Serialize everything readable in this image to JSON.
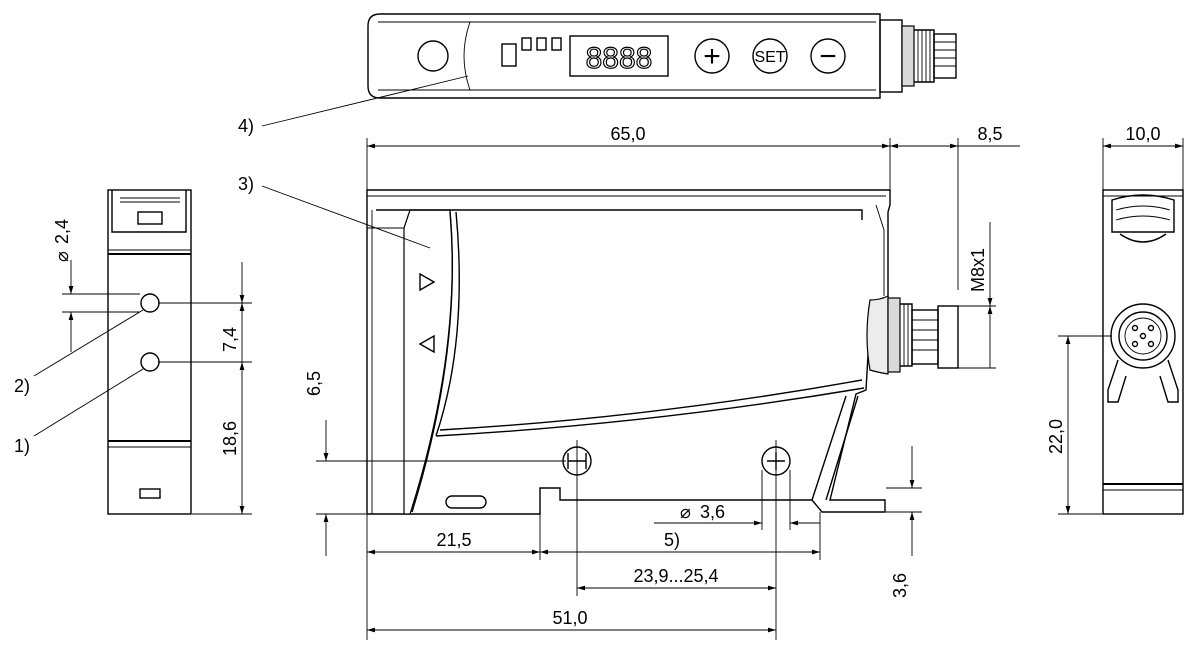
{
  "dimensions": {
    "overall_length": "65,0",
    "connector_length": "8,5",
    "width": "10,0",
    "hole_diameter": "2,4",
    "spacing_upper": "7,4",
    "spacing_lower": "18,6",
    "height_offset": "6,5",
    "thread": "M8x1",
    "connector_height": "22,0",
    "mount_hole_diameter": "3,6",
    "mount_offset": "21,5",
    "slot_range": "23,9...25,4",
    "mount_length": "51,0",
    "foot_height": "3,6"
  },
  "callouts": {
    "c1": "1)",
    "c2": "2)",
    "c3": "3)",
    "c4": "4)",
    "c5": "5)"
  },
  "display": {
    "digits": "8888",
    "set_label": "SET",
    "plus": "+",
    "minus": "−"
  },
  "symbols": {
    "diameter": "⌀"
  }
}
